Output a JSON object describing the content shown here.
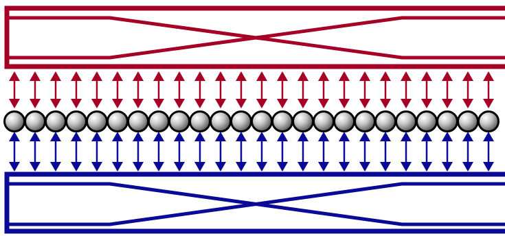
{
  "diagram": {
    "colors": {
      "top": "#a50026",
      "bottom": "#0a0a96",
      "bead_outline": "#000000",
      "bead_highlight": "#ffffff",
      "bead_mid": "#c8c8c8",
      "bead_shadow": "#5a5a5a",
      "background": "#ffffff"
    },
    "top_panel": {
      "shape": "crossed-lines-box"
    },
    "bottom_panel": {
      "shape": "crossed-lines-box"
    },
    "arrows": {
      "count_per_row": 24,
      "style": "double-headed"
    },
    "beads": {
      "count": 24,
      "style": "shaded-sphere"
    }
  }
}
